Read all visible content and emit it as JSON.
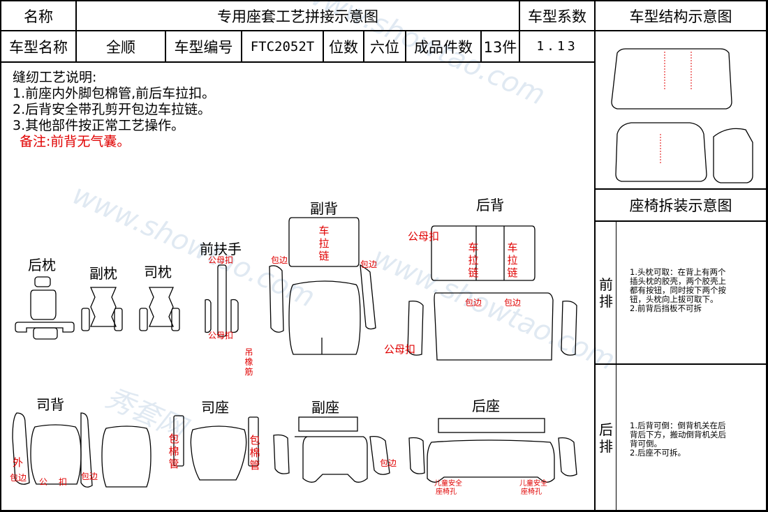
{
  "header": {
    "name_label": "名称",
    "doc_title": "专用座套工艺拼接示意图",
    "coef_label": "车型系数",
    "struct_title": "车型结构示意图"
  },
  "info_row": {
    "model_name_label": "车型名称",
    "model_name": "全顺",
    "model_no_label": "车型编号",
    "model_no": "FTC2052T",
    "seats_label": "位数",
    "seats": "六位",
    "pieces_label": "成品件数",
    "pieces": "13件",
    "coef": "1.13"
  },
  "notes": {
    "heading": "缝纫工艺说明:",
    "items": [
      "1.前座内外脚包棉管,前后车拉扣。",
      "2.后背安全带孔剪开包边车拉链。",
      "3.其他部件按正常工艺操作。"
    ],
    "remark": "备注:前背无气囊。"
  },
  "pieces": {
    "rear_headrest": "后枕",
    "passenger_headrest": "副枕",
    "driver_headrest": "司枕",
    "front_armrest": "前扶手",
    "passenger_back": "副背",
    "rear_back": "后背",
    "driver_back": "司背",
    "driver_seat": "司座",
    "passenger_seat": "副座",
    "rear_seat": "后座"
  },
  "marks": {
    "snap": "公母扣",
    "binding": "包边",
    "zipper_vertical": "车拉链",
    "rubber_hook": "吊橡筋",
    "cotton_tube": "包棉管",
    "outer": "外",
    "snap_single": "扣",
    "male": "公",
    "child_seat_hole_1": "儿童安全",
    "child_seat_hole_2": "座椅孔"
  },
  "right_panel": {
    "disassembly_title": "座椅拆装示意图",
    "front_row_label": "前排",
    "rear_row_label": "后排",
    "front_instructions": [
      "1.头枕可取：在背上有两个",
      "插头枕的胶壳，两个胶壳上",
      "都有按钮，同时按下两个按",
      "钮，头枕向上拔可取下。",
      "2.前背后挡板不可拆"
    ],
    "rear_instructions": [
      "1.后背可倒：倒背机关在后",
      "背后下方，搬动倒背机关后",
      "背可倒。",
      "2.后座不可拆。"
    ]
  },
  "watermark": {
    "brand_cn": "秀套网",
    "brand_url": "www.showtao.com"
  },
  "colors": {
    "annotation_red": "#e00000",
    "watermark_blue": "#c8d8e8"
  }
}
